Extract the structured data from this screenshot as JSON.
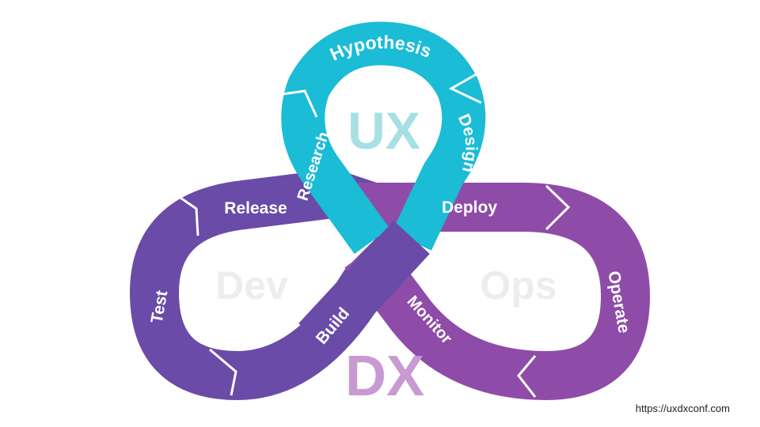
{
  "colors": {
    "ux_loop": "#1BBCD6",
    "dev_loop": "#6A4BA8",
    "ops_loop": "#8E4CA8",
    "ux_text": "#A7DFE3",
    "dev_text": "#EDEDED",
    "ops_text": "#EDEDED",
    "dx_text": "#C79AD2",
    "stage_text": "#FFFFFF"
  },
  "ux_loop": {
    "title": "UX",
    "stages": [
      "Hypothesis",
      "Design",
      "Research"
    ]
  },
  "dev_loop": {
    "title": "Dev",
    "stages": [
      "Release",
      "Test",
      "Build"
    ]
  },
  "ops_loop": {
    "title": "Ops",
    "stages": [
      "Deploy",
      "Operate",
      "Monitor"
    ]
  },
  "center_title": "DX",
  "source_url": "https://uxdxconf.com"
}
